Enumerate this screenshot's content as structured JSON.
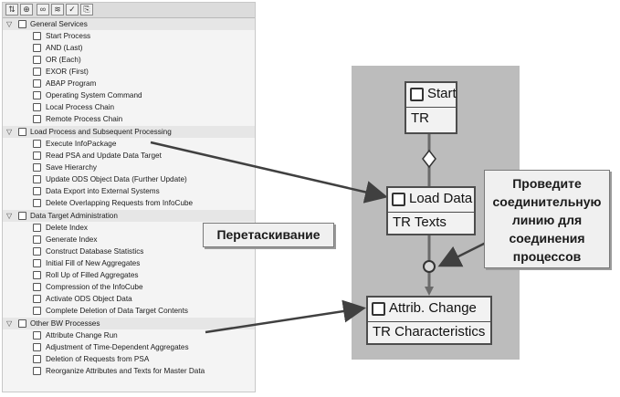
{
  "toolbar": {
    "buttons": [
      "arrange-icon",
      "tree-icon",
      "chain-icon",
      "settings-icon",
      "check-icon",
      "clipboard-icon"
    ]
  },
  "tree": {
    "groups": [
      {
        "label": "General Services",
        "items": [
          "Start Process",
          "AND (Last)",
          "OR (Each)",
          "EXOR (First)",
          "ABAP Program",
          "Operating System Command",
          "Local Process Chain",
          "Remote Process Chain"
        ]
      },
      {
        "label": "Load Process and Subsequent Processing",
        "items": [
          "Execute InfoPackage",
          "Read PSA and Update Data Target",
          "Save Hierarchy",
          "Update ODS Object Data (Further Update)",
          "Data Export into External Systems",
          "Delete Overlapping Requests from InfoCube"
        ]
      },
      {
        "label": "Data Target Administration",
        "items": [
          "Delete Index",
          "Generate Index",
          "Construct Database Statistics",
          "Initial Fill of New Aggregates",
          "Roll Up of Filled Aggregates",
          "Compression of the InfoCube",
          "Activate ODS Object Data",
          "Complete Deletion of Data Target Contents"
        ]
      },
      {
        "label": "Other BW Processes",
        "items": [
          "Attribute Change Run",
          "Adjustment of Time-Dependent Aggregates",
          "Deletion of Requests from PSA",
          "Reorganize Attributes and Texts for Master Data"
        ]
      }
    ]
  },
  "chain": {
    "start": {
      "title": "Start",
      "subtitle": "TR"
    },
    "load": {
      "title": "Load Data",
      "subtitle": "TR Texts"
    },
    "attrib": {
      "title": "Attrib. Change",
      "subtitle": "TR Characteristics"
    }
  },
  "callouts": {
    "drag": "Перетаскивание",
    "connect": [
      "Проведите",
      "соединительную",
      "линию для",
      "соединения",
      "процессов"
    ]
  },
  "colors": {
    "canvas": "#bcbcbc",
    "callout": "#f0f0f0",
    "arrow": "#404040"
  }
}
